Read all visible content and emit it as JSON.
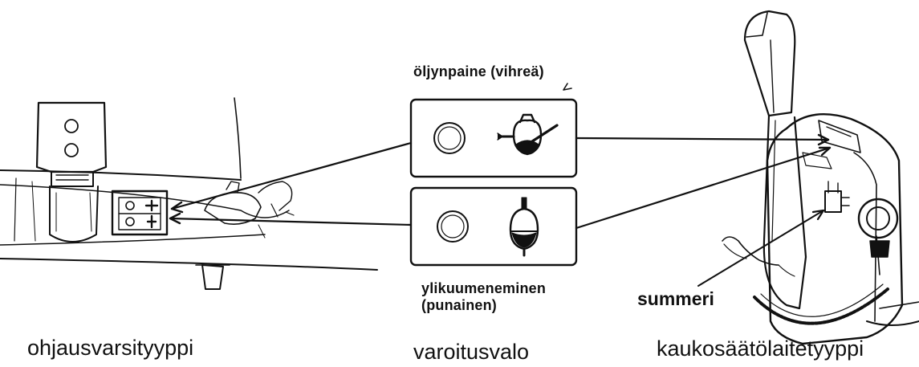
{
  "labels": {
    "oil_pressure": "öljynpaine (vihreä)",
    "overheat_line1": "ylikuumeneminen",
    "overheat_line2": "(punainen)",
    "buzzer": "summeri",
    "tiller_type": "ohjausvarsityyppi",
    "warning_light": "varoitusvalo",
    "remote_type": "kaukosäätölaitetyyppi"
  },
  "icons": {
    "oil_pressure_panel": "oil-can-icon",
    "overheat_panel": "thermometer-bulb-icon"
  },
  "colors": {
    "ink": "#111111",
    "background": "#ffffff"
  }
}
